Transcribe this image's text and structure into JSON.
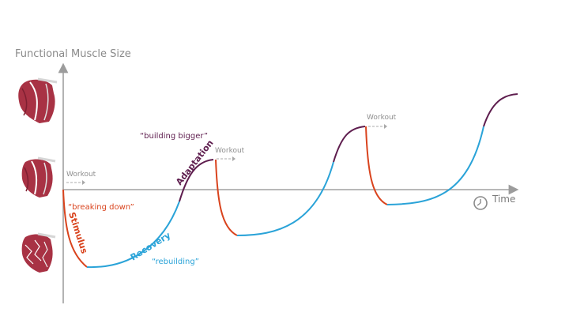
{
  "diagram": {
    "y_axis_label": "Functional Muscle Size",
    "x_axis_label": "Time",
    "workout_label": "Workout",
    "phases": {
      "stimulus": "Stimulus",
      "recovery": "Recovery",
      "adaptation": "Adaptation"
    },
    "quotes": {
      "stimulus": "“breaking down”",
      "recovery": "“rebuilding”",
      "adaptation": "“building bigger”"
    },
    "colors": {
      "stimulus": "#d9431d",
      "recovery": "#2aa3d8",
      "adaptation": "#5e1d4e",
      "axis": "#9c9c9c",
      "muscle": "#a83244"
    },
    "icons": [
      "large-muscle-icon",
      "normal-muscle-icon",
      "damaged-muscle-icon",
      "clock-icon"
    ]
  }
}
